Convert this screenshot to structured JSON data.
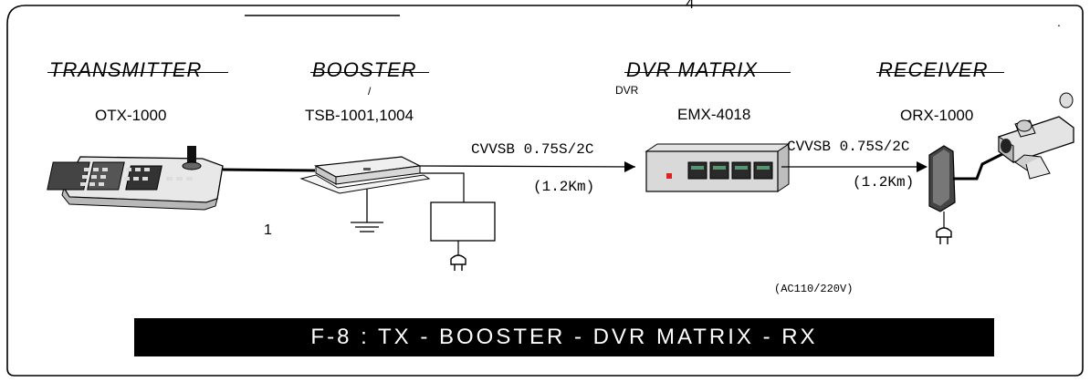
{
  "diagram": {
    "header": {
      "center_mark": "4",
      "corner_mark": "."
    },
    "transmitter": {
      "title": "TRANSMITTER",
      "model": "OTX-1000",
      "label": "1"
    },
    "booster": {
      "title": "BOOSTER",
      "sub": "/",
      "model": "TSB-1001,1004"
    },
    "dvr_matrix": {
      "title": "DVR MATRIX",
      "sub": "DVR",
      "model": "EMX-4018"
    },
    "receiver": {
      "title": "RECEIVER",
      "model": "ORX-1000"
    },
    "cable_1": {
      "type": "CVVSB 0.75S/2C",
      "length": "(1.2Km)"
    },
    "cable_2": {
      "type": "CVVSB 0.75S/2C",
      "length": "(1.2Km)"
    },
    "power_note": "(AC110/220V)",
    "caption": "F-8 : TX - BOOSTER - DVR MATRIX - RX"
  }
}
